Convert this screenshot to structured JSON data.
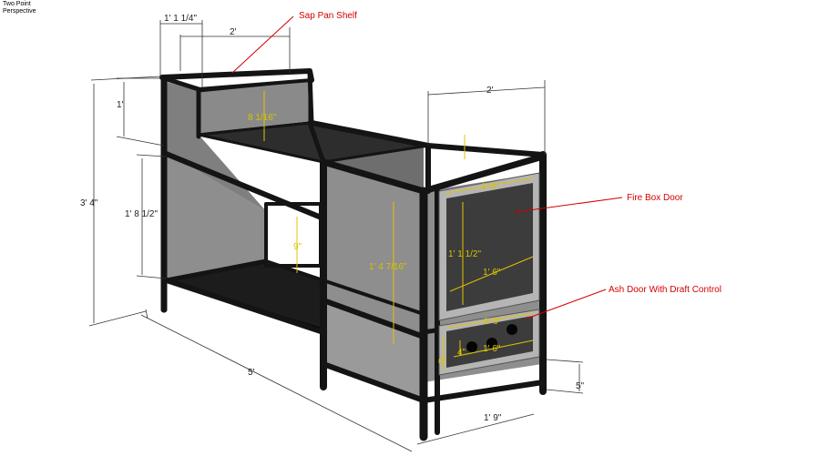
{
  "header": {
    "line1": "Two Point",
    "line2": "Perspective"
  },
  "colors": {
    "frame": "#141414",
    "panel": "#8e8e8e",
    "door": "#3c3c3c",
    "door_frame": "#b5b5b5",
    "dimension_yellow": "#e0c400",
    "callout_red": "#d40000"
  },
  "dimensions": {
    "top_depth": "1' 1 1/4\"",
    "shelf_width": "2'",
    "shelf_height": "8 1/16\"",
    "front_width": "2'",
    "left_rise": "1'",
    "total_height": "3' 4\"",
    "side_height": "1' 8 1/2\"",
    "opening": "9\"",
    "firebox_width_top": "1' 9\"",
    "firebox_door_height": "1' 1 1/2\"",
    "firebox_door_width": "1' 6\"",
    "front_panel_height": "1' 4 7/16\"",
    "ash_width_top": "1' 9\"",
    "ash_hole": "4\"",
    "ash_width": "1' 6\"",
    "ash_height": "6\"",
    "length": "5'",
    "leg_height": "5\"",
    "base_width": "1' 9\""
  },
  "callouts": {
    "sap_pan_shelf": "Sap Pan Shelf",
    "fire_box_door": "Fire Box Door",
    "ash_door": "Ash Door With Draft Control"
  }
}
